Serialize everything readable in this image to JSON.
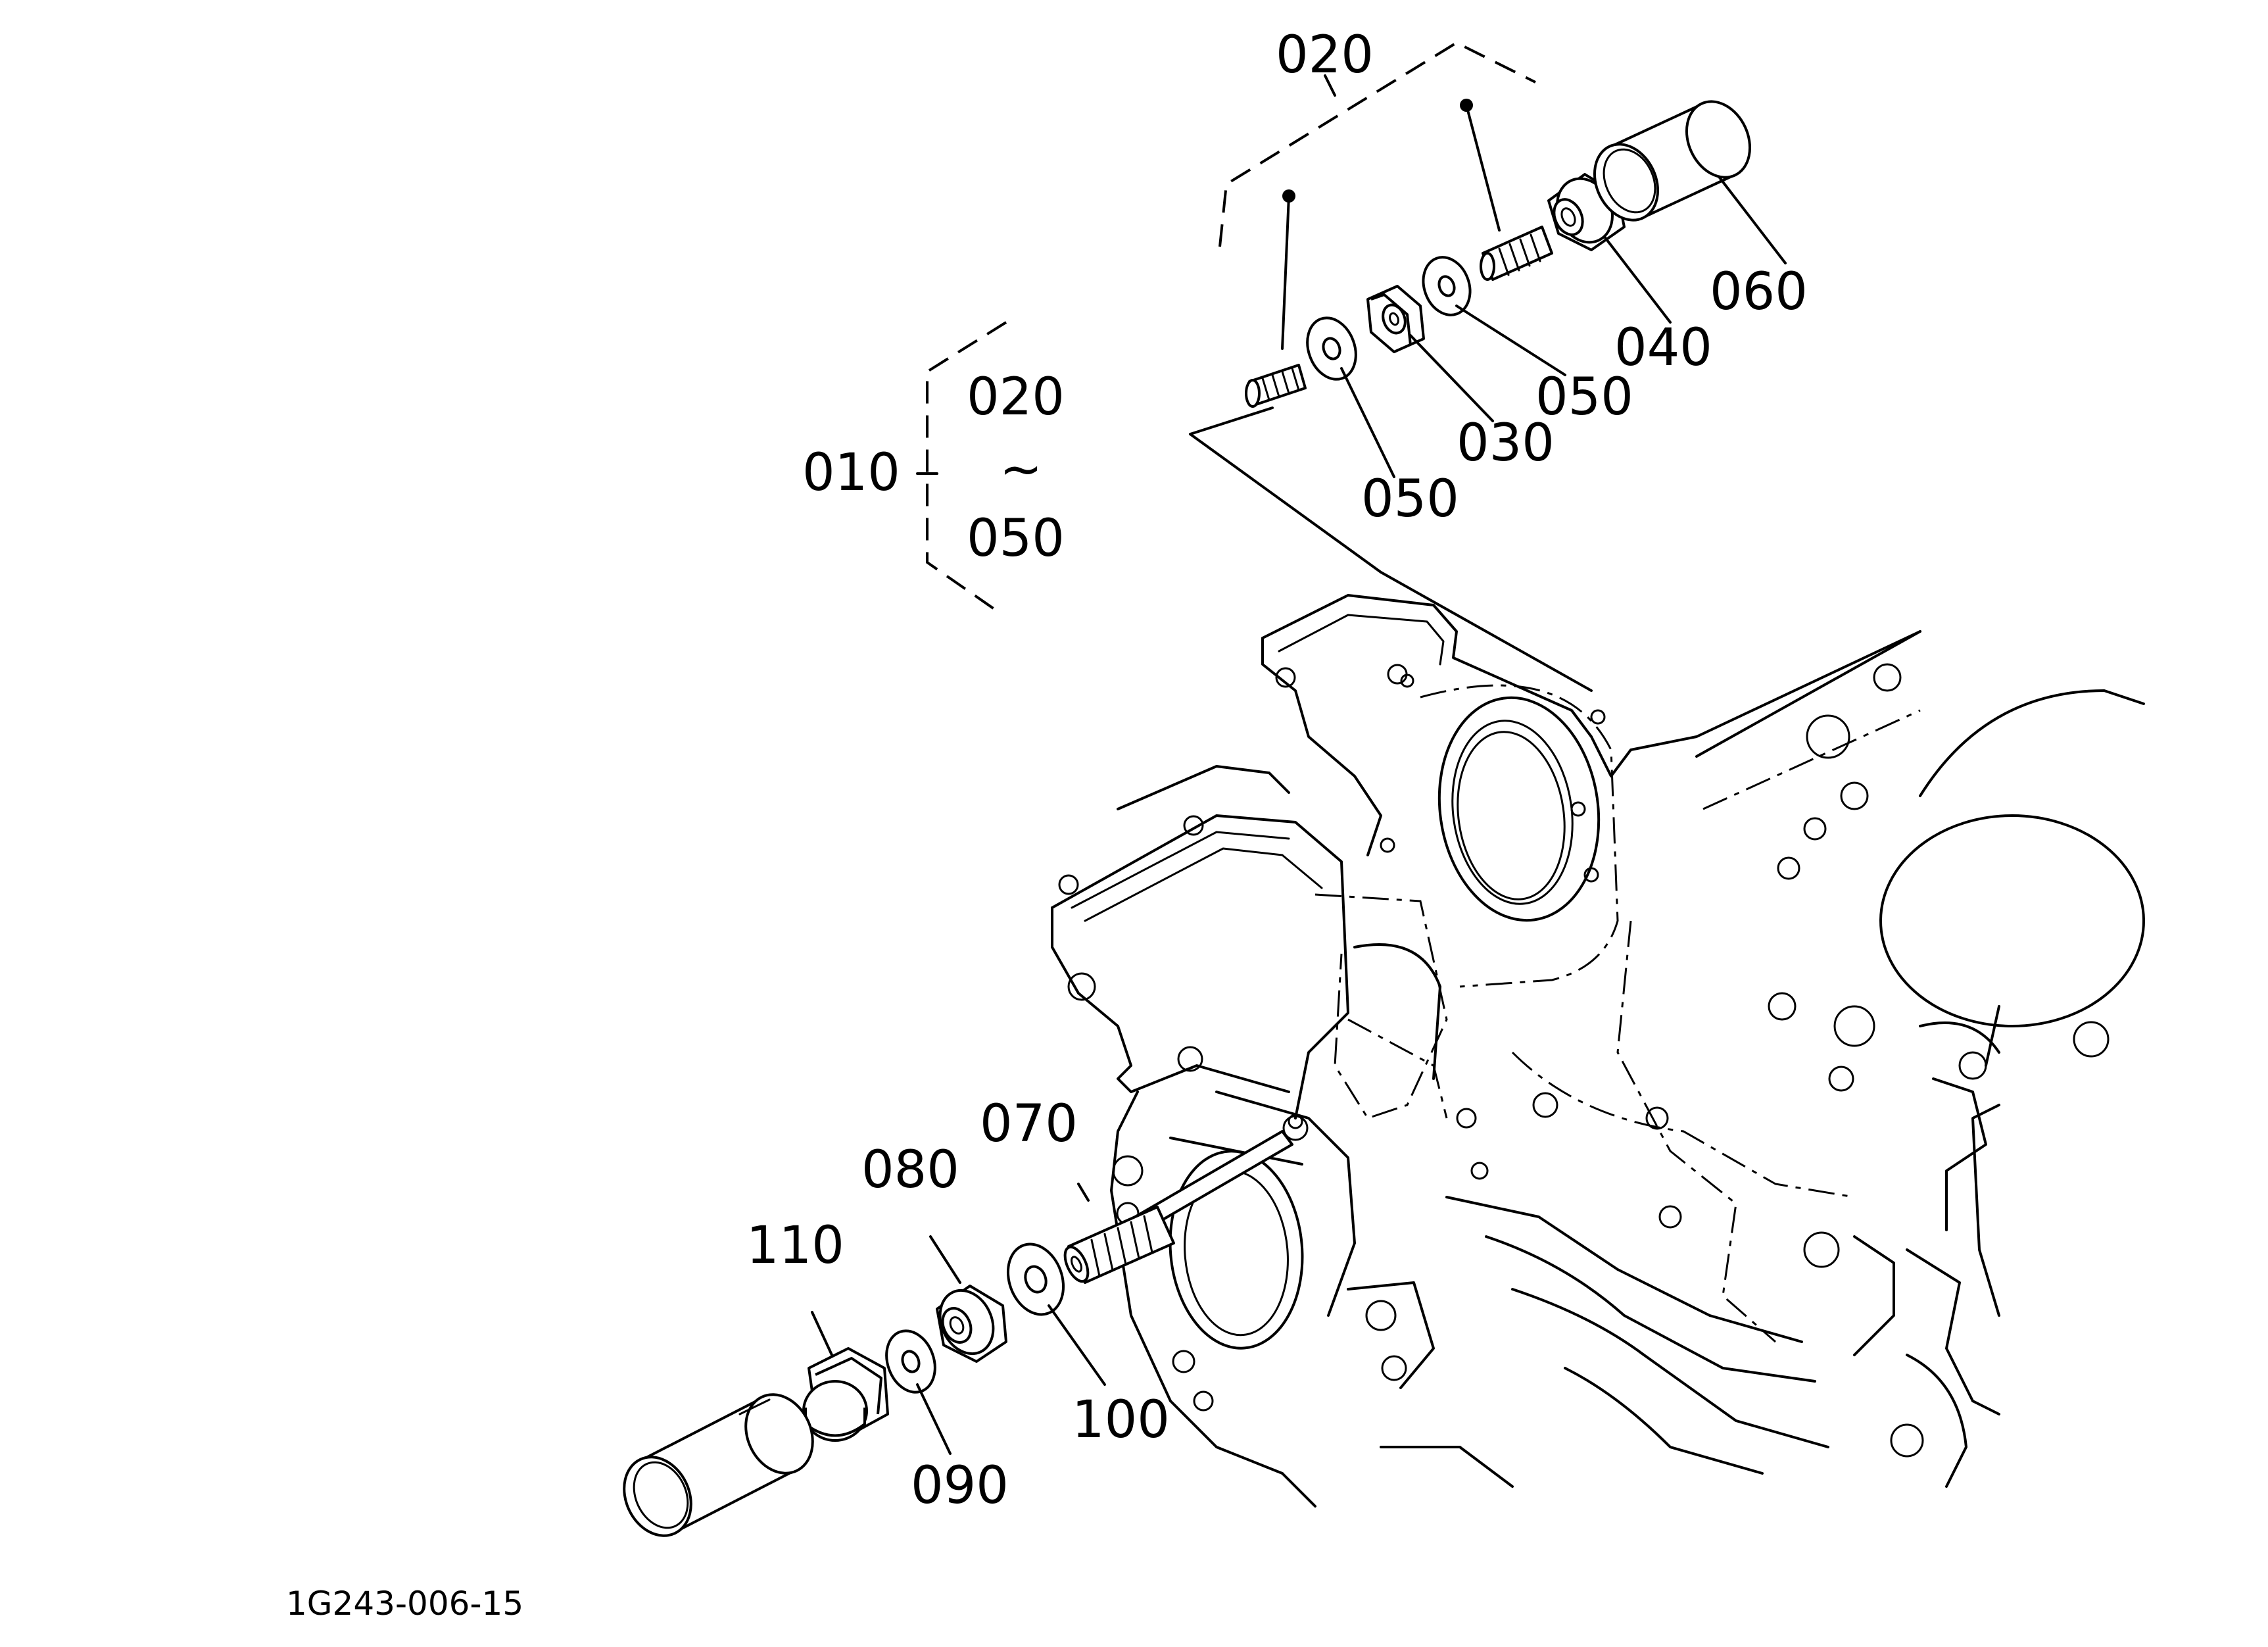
{
  "diagram": {
    "drawing_code": "1G243-006-15",
    "callouts": {
      "c010": "010",
      "c020_assembly": "020",
      "c020_group": "020",
      "c_range_tilde": "~",
      "c050_group": "050",
      "c030": "030",
      "c040": "040",
      "c050_left": "050",
      "c050_right": "050",
      "c060": "060",
      "c070": "070",
      "c080": "080",
      "c090": "090",
      "c100": "100",
      "c110": "110"
    }
  }
}
